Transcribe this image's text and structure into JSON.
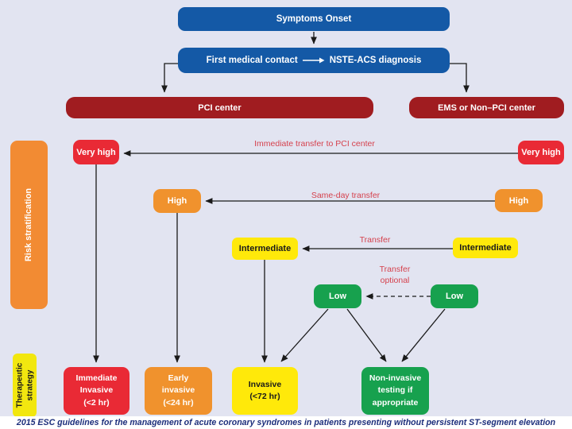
{
  "nodes": {
    "symptoms_onset": "Symptoms Onset",
    "first_medical_contact": "First medical contact",
    "nste_acs_diagnosis": "NSTE-ACS diagnosis",
    "pci_center": "PCI center",
    "ems_center": "EMS or Non–PCI center",
    "very_high": "Very high",
    "high": "High",
    "intermediate": "Intermediate",
    "low": "Low"
  },
  "transfers": {
    "immediate": "Immediate transfer to PCI center",
    "same_day": "Same-day transfer",
    "transfer": "Transfer",
    "optional": "Transfer\noptional"
  },
  "strategies": {
    "immediate_invasive": "Immediate\nInvasive\n(<2 hr)",
    "early_invasive": "Early\ninvasive\n(<24 hr)",
    "invasive": "Invasive\n(<72 hr)",
    "non_invasive": "Non-invasive\ntesting if\nappropriate"
  },
  "sidebar": {
    "risk_stratification": "Risk stratification",
    "therapeutic_strategy": "Therapeutic\nstrategy"
  },
  "caption": "2015 ESC guidelines for the management of acute coronary syndromes in patients presenting without persistent ST-segment elevation",
  "colors": {
    "background": "#e2e4f1",
    "blue": "#1459a6",
    "dark_red": "#a01c20",
    "red": "#e92a35",
    "orange": "#f0922d",
    "yellow": "#ffe90a",
    "green": "#17a14e",
    "sidebar_orange": "#f28b33",
    "sidebar_yellow": "#f2e70f",
    "transfer_text": "#d5414d",
    "caption_text": "#1c2e7b"
  }
}
